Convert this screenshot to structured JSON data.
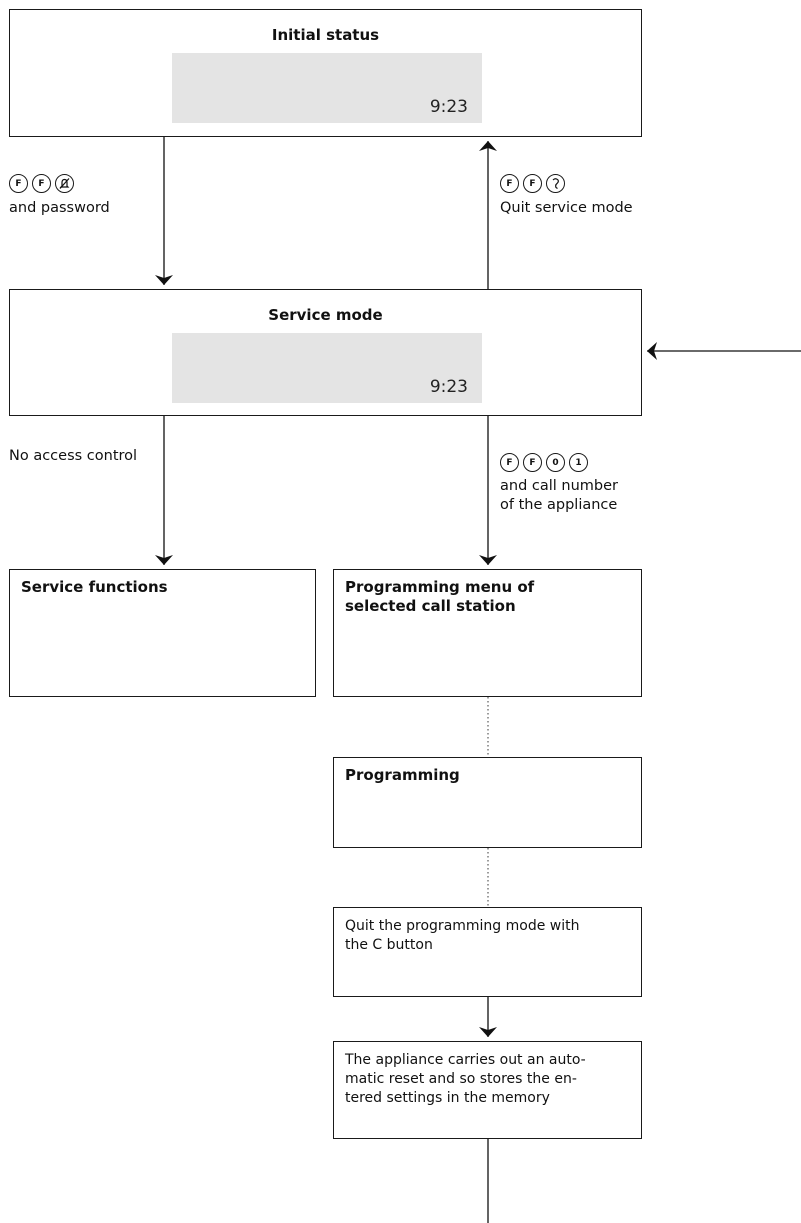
{
  "initial_status": {
    "title": "Initial status",
    "display_time": "9:23"
  },
  "to_service": {
    "keys": [
      "F",
      "F",
      "mute-bell-icon"
    ],
    "label": "and password"
  },
  "to_initial": {
    "keys": [
      "F",
      "F",
      "handset-icon"
    ],
    "label": "Quit service mode"
  },
  "service_mode": {
    "title": "Service mode",
    "display_time": "9:23"
  },
  "no_access": {
    "label": "No access control"
  },
  "to_programming": {
    "keys": [
      "F",
      "F",
      "0",
      "1"
    ],
    "label": "and call number\nof the appliance"
  },
  "service_functions": {
    "title": "Service functions"
  },
  "programming_menu": {
    "title": "Programming menu of\nselected call station"
  },
  "programming": {
    "title": "Programming"
  },
  "quit_programming": {
    "text": "Quit the programming mode with\nthe C button"
  },
  "auto_reset": {
    "text": "The appliance carries out an auto-\nmatic reset and so stores the en-\ntered settings in the memory"
  }
}
